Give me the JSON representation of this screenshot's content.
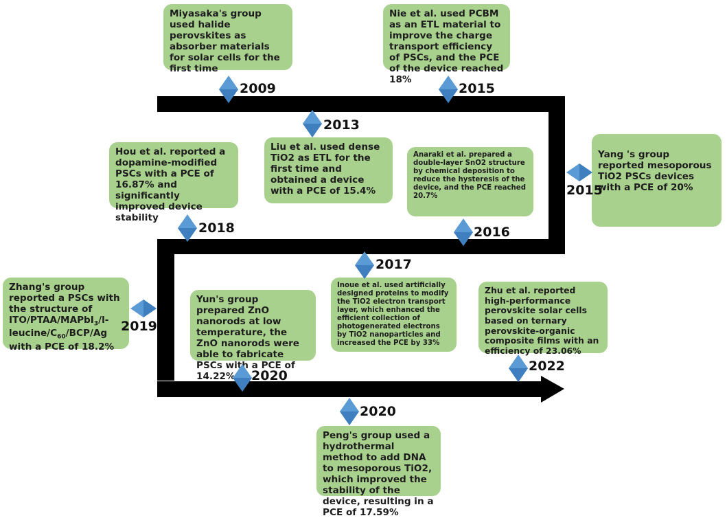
{
  "colors": {
    "card": "#a9d18e",
    "track": "#000000",
    "marker": "#5b9bd5",
    "marker_dark": "#3f7fbf"
  },
  "events": [
    {
      "year": "2009",
      "text": "Miyasaka's group used halide perovskites as absorber materials for solar cells for the first time"
    },
    {
      "year": "2015",
      "text": "Nie et al. used PCBM as an ETL material to improve the charge transport efficiency of PSCs, and the PCE of the device reached 18%"
    },
    {
      "year": "2013",
      "text": "Liu et al. used dense TiO2 as ETL for the first time and obtained a device with a PCE of 15.4%"
    },
    {
      "year": "2018",
      "text": "Hou et al. reported a dopamine-modified PSCs with a PCE of 16.87% and significantly improved device stability"
    },
    {
      "year": "2016",
      "text": "Anaraki et al. prepared a double-layer SnO2 structure by chemical deposition to reduce the hysteresis of the device, and the PCE reached 20.7%"
    },
    {
      "year": "2015",
      "text": "Yang 's group reported mesoporous TiO2 PSCs devices with a PCE of 20%"
    },
    {
      "year": "2017",
      "text": "Inoue et al. used artificially designed proteins to modify the TiO2 electron transport layer, which enhanced the efficient collection of photogenerated electrons by TiO2 nanoparticles and increased the PCE by 33%"
    },
    {
      "year": "2019",
      "text_parts": [
        "Zhang's group reported a PSCs with the structure of ITO/PTAA/MAPbI",
        "3",
        "/l-leucine/C",
        "60",
        "/BCP/Ag with a PCE of 18.2%"
      ]
    },
    {
      "year": "2020",
      "text": "Yun's group prepared ZnO nanorods at low temperature, the ZnO nanorods were able to fabricate PSCs with a PCE of 14.22%"
    },
    {
      "year": "2022",
      "text": "Zhu et al. reported high-performance perovskite solar cells based on ternary perovskite-organic composite films with an efficiency of 23.06%"
    },
    {
      "year": "2020",
      "text": "Peng's group used a hydrothermal method to add DNA to mesoporous TiO2, which improved the stability of the device, resulting in a PCE of 17.59%"
    }
  ]
}
